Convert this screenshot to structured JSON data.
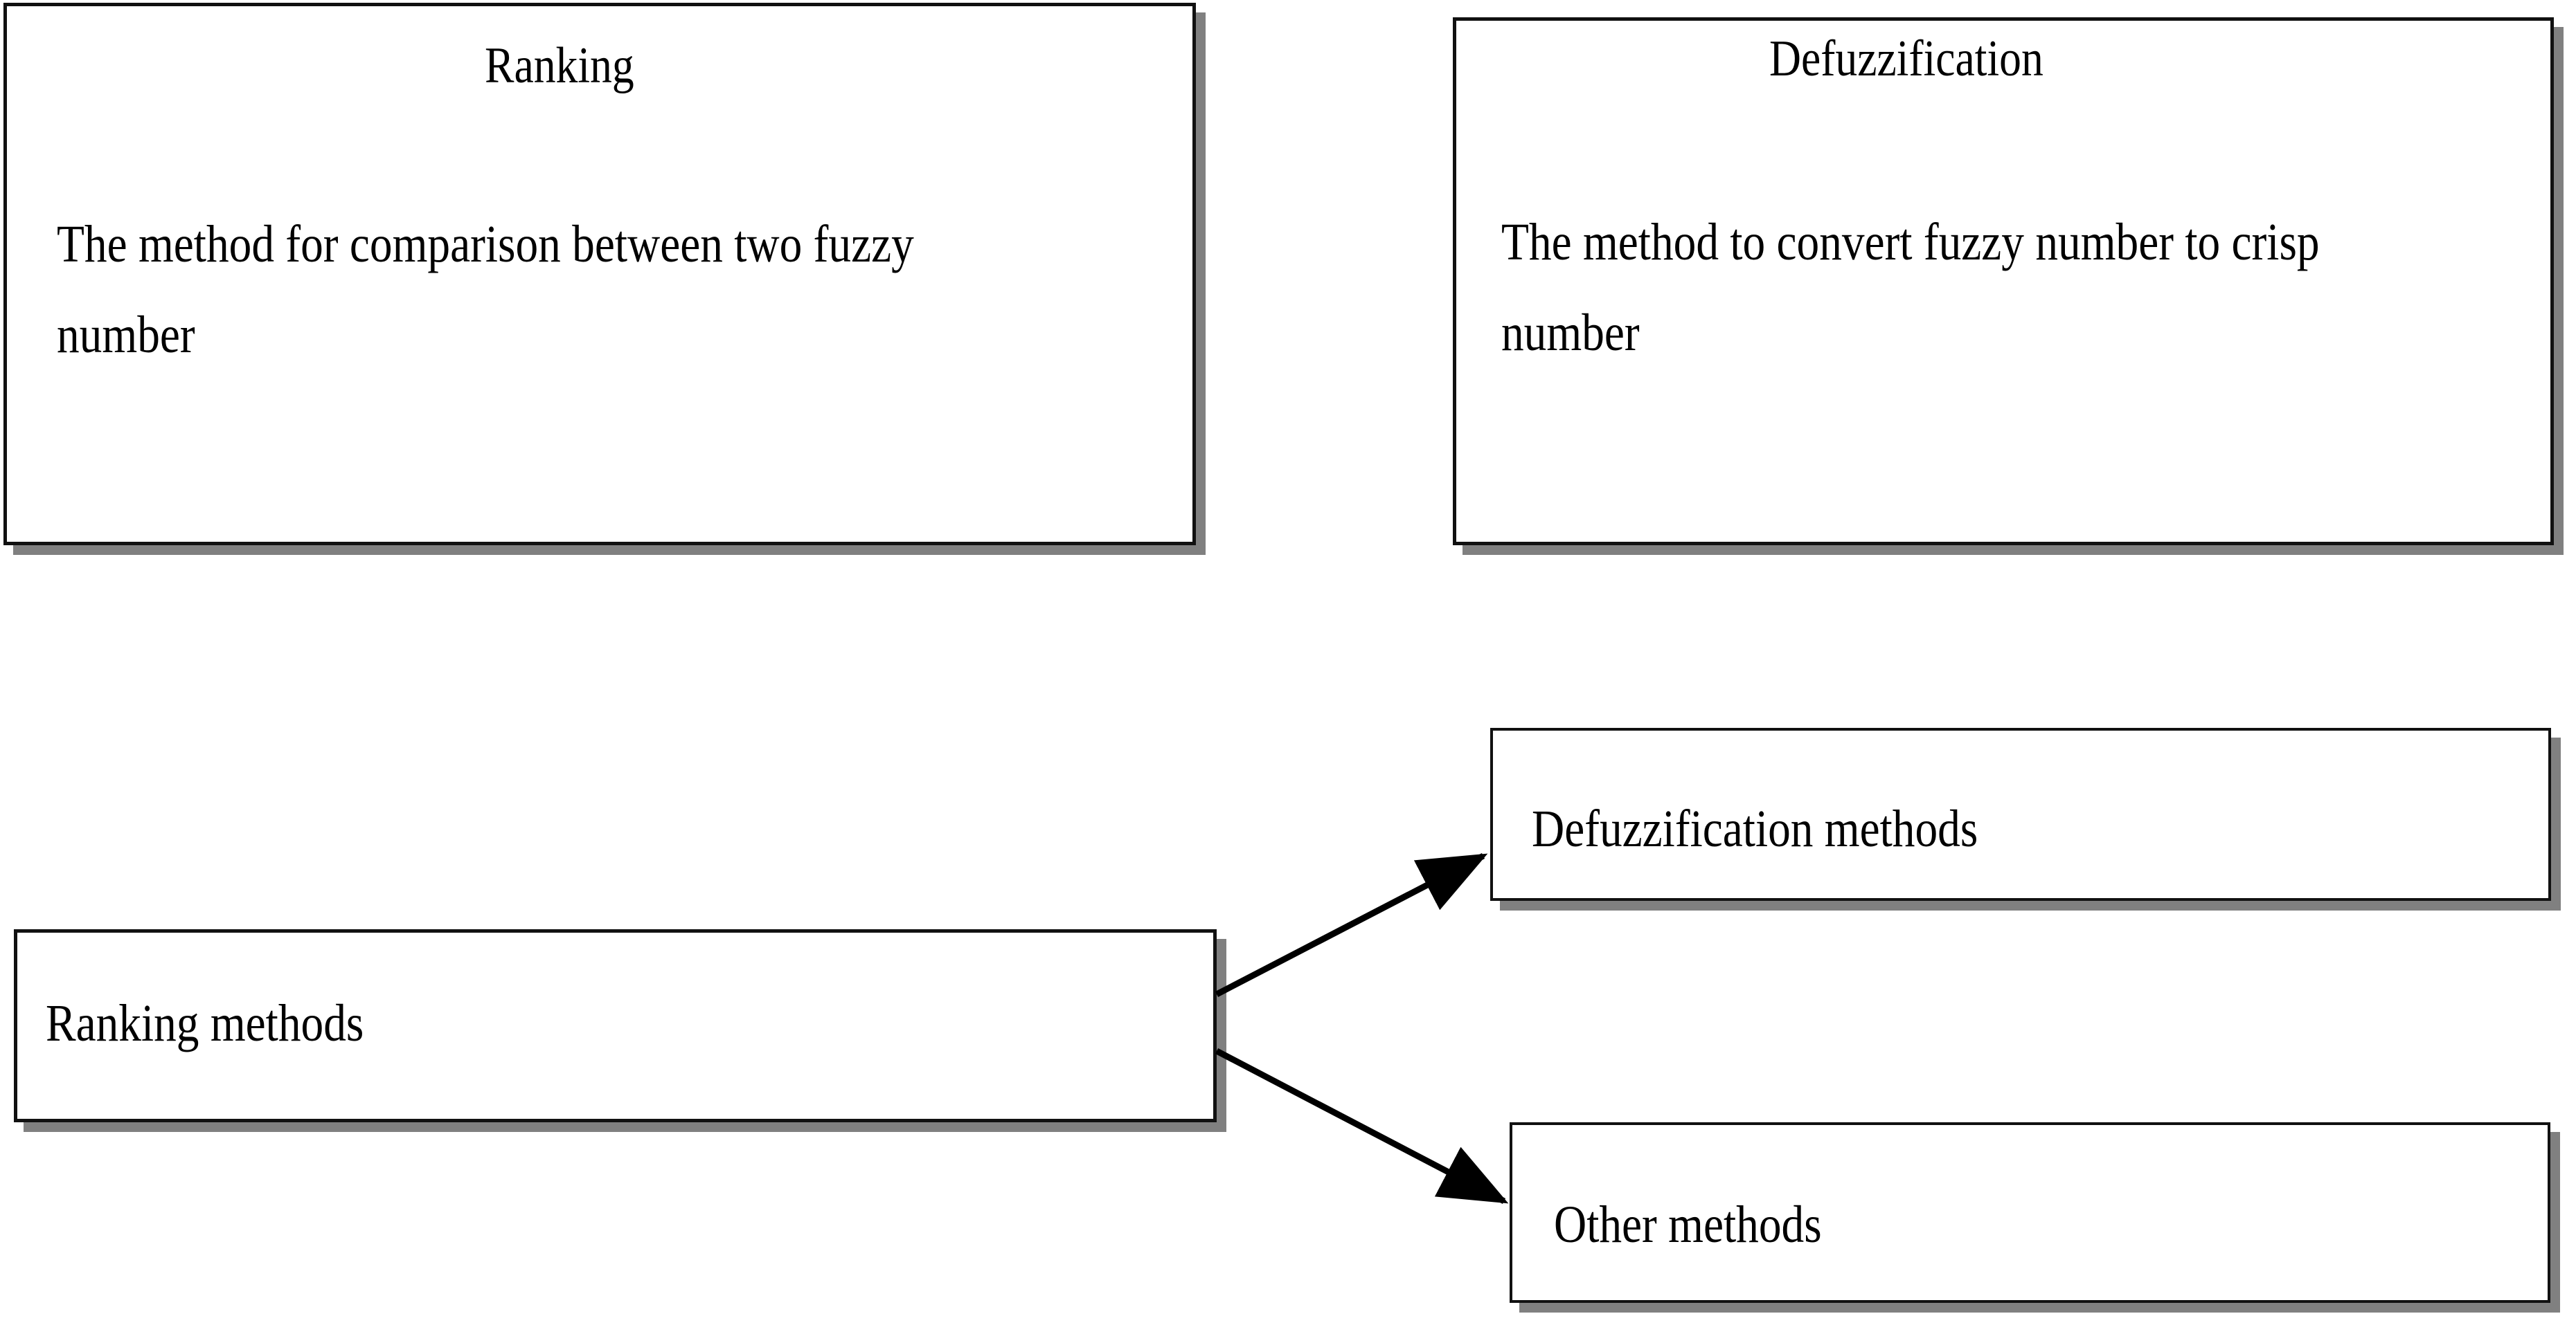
{
  "diagram": {
    "title_text": "",
    "background_color": "#ffffff",
    "line_color": "#111111",
    "shadow_color": "#808080",
    "text_color": "#000000",
    "nodes": [
      {
        "id": "ranking-definition",
        "title": "Ranking",
        "body": "The method for comparison between two fuzzy number"
      },
      {
        "id": "defuzzification-definition",
        "title": "Defuzzification",
        "body": "The method to convert fuzzy number to crisp number"
      },
      {
        "id": "ranking-methods",
        "label": "Ranking methods"
      },
      {
        "id": "defuzzification-methods",
        "label": "Defuzzification methods"
      },
      {
        "id": "other-methods",
        "label": "Other methods"
      }
    ],
    "edges": [
      {
        "from": "ranking-methods",
        "to": "defuzzification-methods",
        "label": ""
      },
      {
        "from": "ranking-methods",
        "to": "other-methods",
        "label": ""
      }
    ]
  }
}
